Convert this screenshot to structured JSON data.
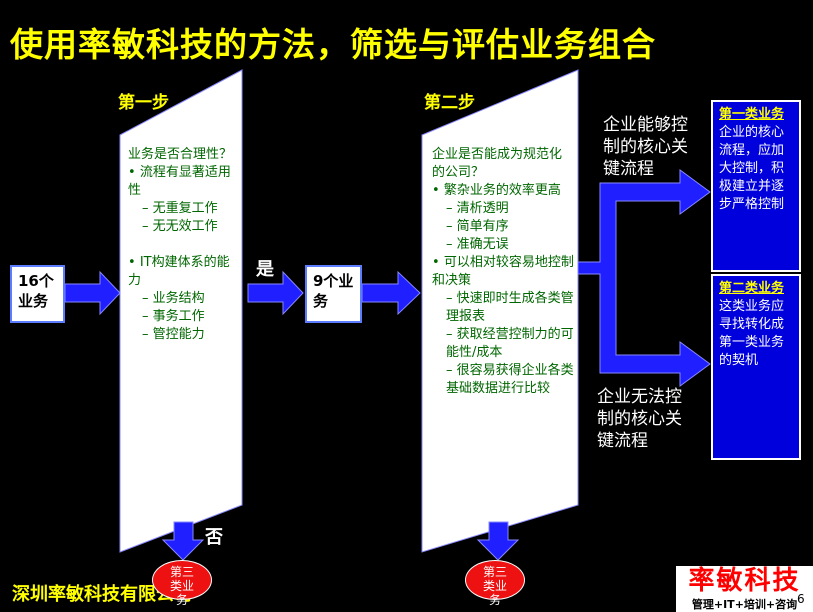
{
  "title": "使用率敏科技的方法，筛选与评估业务组合",
  "step1": {
    "label": "第一步",
    "question": "业务是否合理性？",
    "bullets": [
      {
        "text": "流程有显著适用性",
        "subs": [
          "无重复工作",
          "无无效工作"
        ]
      },
      {
        "text": "IT构建体系的能力",
        "subs": [
          "业务结构",
          "事务工作",
          "管控能力"
        ]
      }
    ]
  },
  "step2": {
    "label": "第二步",
    "question": "企业是否能成为规范化的公司？",
    "bullets": [
      {
        "text": "繁杂业务的效率更高",
        "subs": [
          "清析透明",
          "简单有序",
          "准确无误"
        ]
      },
      {
        "text": "可以相对较容易地控制和决策",
        "subs": [
          "快速即时生成各类管理报表",
          "获取经营控制力的可能性/成本",
          "很容易获得企业各类基础数据进行比较"
        ]
      }
    ]
  },
  "input_box": "16个业务",
  "middle_box": "9个业务",
  "yes_label": "是",
  "no_label": "否",
  "branch_top": "企业能够控制的核心关键流程",
  "branch_bottom": "企业无法控制的核心关键流程",
  "class1": {
    "heading": "第一类业务",
    "body": "企业的核心流程，应加大控制，积极建立并逐步严格控制"
  },
  "class2": {
    "heading": "第二类业务",
    "body": "这类业务应寻找转化成第一类业务的契机"
  },
  "class3_bubble_1": "第三类业务",
  "class3_bubble_2": "第三类业务",
  "company": "深圳率敏科技有限公司",
  "logo": {
    "main": "率敏科技",
    "sub": "管理+IT+培训+咨询"
  },
  "page_number": "6",
  "colors": {
    "background": "#000000",
    "title": "#ffff00",
    "arrow": "#1f1fff",
    "box_blue": "#0000dd",
    "bubble": "#ee1111",
    "funnel_text": "#006600"
  }
}
